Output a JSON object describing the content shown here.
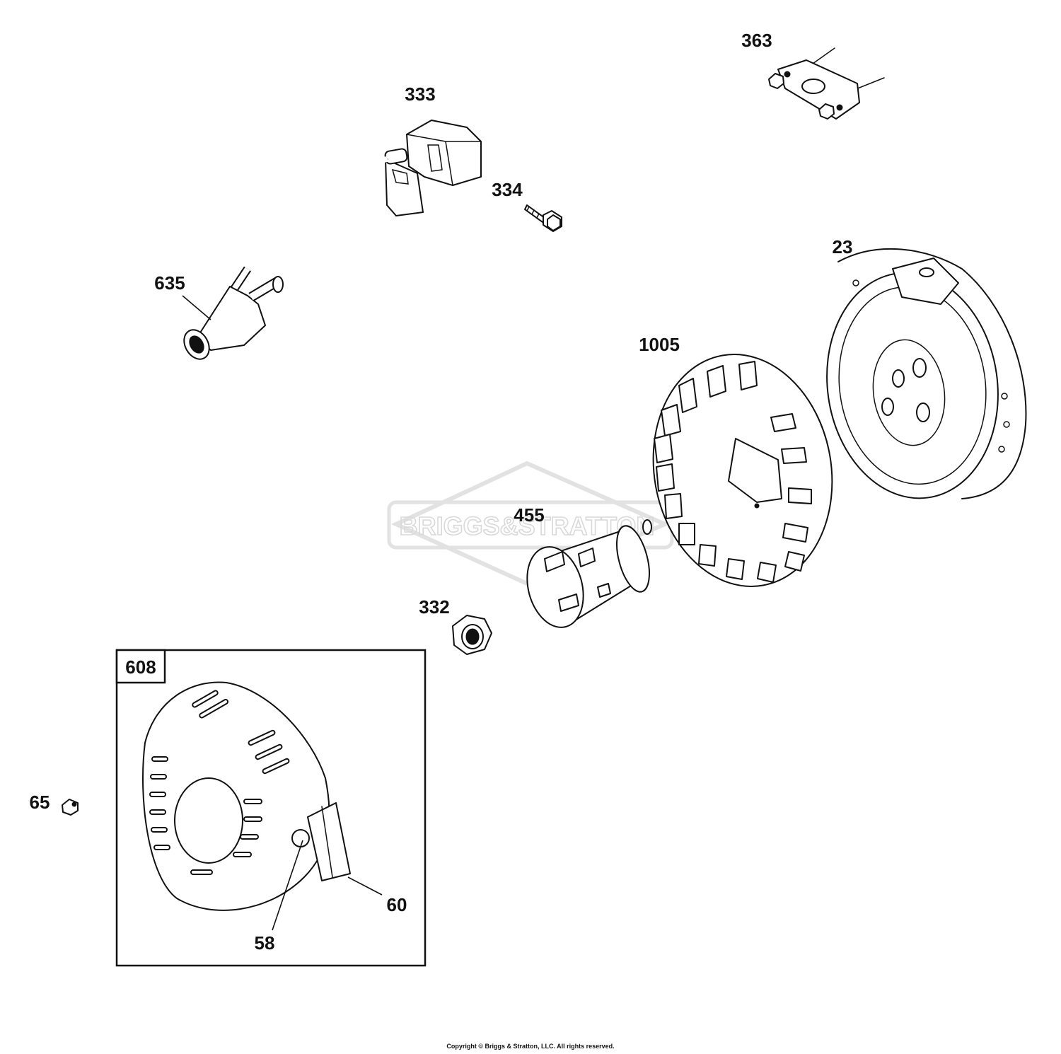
{
  "watermark": {
    "text": "BRIGGS&STRATTON",
    "color": "#e2e2e2"
  },
  "parts": [
    {
      "id": "363",
      "name": "engine bracket with studs"
    },
    {
      "id": "333",
      "name": "ignition armature"
    },
    {
      "id": "334",
      "name": "armature screw"
    },
    {
      "id": "635",
      "name": "spark plug boot and lead"
    },
    {
      "id": "23",
      "name": "flywheel"
    },
    {
      "id": "1005",
      "name": "fan"
    },
    {
      "id": "455",
      "name": "starter cup"
    },
    {
      "id": "332",
      "name": "flywheel nut"
    },
    {
      "id": "608",
      "name": "rewind starter"
    },
    {
      "id": "65",
      "name": "screw"
    },
    {
      "id": "60",
      "name": "starter handle"
    },
    {
      "id": "58",
      "name": "rope"
    }
  ],
  "copyright": "Copyright © Briggs & Stratton, LLC. All rights reserved."
}
